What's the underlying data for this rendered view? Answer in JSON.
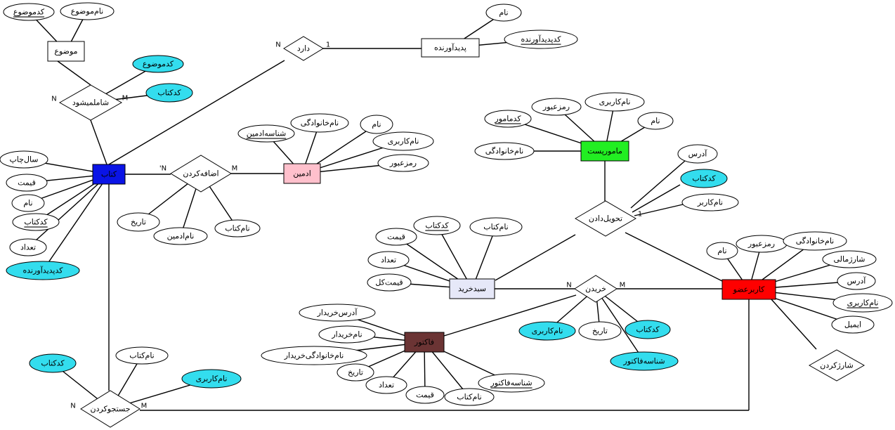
{
  "colors": {
    "default_fill": "#ffffff",
    "cyan_fill": "#33ddee",
    "book_fill": "#0a14e6",
    "admin_fill": "#ffc0cc",
    "officer_fill": "#22ee22",
    "member_fill": "#ff0000",
    "cart_fill": "#e6e8f8",
    "invoice_fill": "#6b3434"
  },
  "entities": [
    {
      "id": "topic",
      "label": "موضوع",
      "fill": "default_fill"
    },
    {
      "id": "publisher",
      "label": "پدیدآورنده",
      "fill": "default_fill"
    },
    {
      "id": "book",
      "label": "کتاب",
      "fill": "book_fill"
    },
    {
      "id": "admin",
      "label": "ادمین",
      "fill": "admin_fill"
    },
    {
      "id": "officer",
      "label": "مامورپست",
      "fill": "officer_fill"
    },
    {
      "id": "member",
      "label": "کاربرعضو",
      "fill": "member_fill"
    },
    {
      "id": "cart",
      "label": "سبدخرید",
      "fill": "cart_fill"
    },
    {
      "id": "invoice",
      "label": "فاکتور",
      "fill": "invoice_fill"
    }
  ],
  "relations": [
    {
      "id": "has",
      "label": "دارد"
    },
    {
      "id": "includes",
      "label": "شاملمیشود"
    },
    {
      "id": "add",
      "label": "اضافه‌کردن"
    },
    {
      "id": "deliver",
      "label": "تحویل‌دادن"
    },
    {
      "id": "buy",
      "label": "خریدن"
    },
    {
      "id": "charge",
      "label": "شارژکردن"
    },
    {
      "id": "search",
      "label": "جستجوکردن"
    }
  ],
  "attributes": [
    {
      "id": "topic_code",
      "label": "کدموضوع",
      "key": true,
      "fill": "default_fill"
    },
    {
      "id": "topic_name",
      "label": "نام‌موضوع",
      "key": false,
      "fill": "default_fill"
    },
    {
      "id": "pub_name",
      "label": "نام",
      "key": false,
      "fill": "default_fill"
    },
    {
      "id": "pub_code",
      "label": "کدپدیدآورنده",
      "key": true,
      "fill": "default_fill"
    },
    {
      "id": "inc_topic_code",
      "label": "کدموضوع",
      "key": false,
      "fill": "cyan_fill"
    },
    {
      "id": "inc_book_code",
      "label": "کدکتاب",
      "key": false,
      "fill": "cyan_fill"
    },
    {
      "id": "book_year",
      "label": "سال‌چاپ",
      "key": false,
      "fill": "default_fill"
    },
    {
      "id": "book_price",
      "label": "قیمت",
      "key": false,
      "fill": "default_fill"
    },
    {
      "id": "book_name",
      "label": "نام",
      "key": false,
      "fill": "default_fill"
    },
    {
      "id": "book_code",
      "label": "کدکتاب",
      "key": true,
      "fill": "default_fill"
    },
    {
      "id": "book_count",
      "label": "تعداد",
      "key": false,
      "fill": "default_fill"
    },
    {
      "id": "book_pub_code",
      "label": "کدپدیدآورنده",
      "key": false,
      "fill": "cyan_fill"
    },
    {
      "id": "admin_id",
      "label": "شناسه‌ادمین",
      "key": true,
      "fill": "default_fill"
    },
    {
      "id": "admin_family",
      "label": "نام‌خانوادگی",
      "key": false,
      "fill": "default_fill"
    },
    {
      "id": "admin_name",
      "label": "نام",
      "key": false,
      "fill": "default_fill"
    },
    {
      "id": "admin_user",
      "label": "نام‌کاربری",
      "key": false,
      "fill": "default_fill"
    },
    {
      "id": "admin_pass",
      "label": "رمزعبور",
      "key": false,
      "fill": "default_fill"
    },
    {
      "id": "add_date",
      "label": "تاریخ",
      "key": false,
      "fill": "default_fill"
    },
    {
      "id": "add_admin",
      "label": "نام‌ادمین",
      "key": false,
      "fill": "default_fill"
    },
    {
      "id": "add_book",
      "label": "نام‌کتاب",
      "key": false,
      "fill": "default_fill"
    },
    {
      "id": "off_pass",
      "label": "رمزعبور",
      "key": false,
      "fill": "default_fill"
    },
    {
      "id": "off_user",
      "label": "نام‌کاربری",
      "key": false,
      "fill": "default_fill"
    },
    {
      "id": "off_code",
      "label": "کدمامور",
      "key": true,
      "fill": "default_fill"
    },
    {
      "id": "off_name",
      "label": "نام",
      "key": false,
      "fill": "default_fill"
    },
    {
      "id": "off_family",
      "label": "نام‌خانوادگی",
      "key": false,
      "fill": "default_fill"
    },
    {
      "id": "del_addr",
      "label": "آدرس",
      "key": false,
      "fill": "default_fill"
    },
    {
      "id": "del_book",
      "label": "کدکتاب",
      "key": false,
      "fill": "cyan_fill"
    },
    {
      "id": "del_user",
      "label": "نام‌کاربر",
      "key": false,
      "fill": "default_fill"
    },
    {
      "id": "cart_price",
      "label": "قیمت",
      "key": false,
      "fill": "default_fill"
    },
    {
      "id": "cart_code",
      "label": "کدکتاب",
      "key": true,
      "fill": "default_fill"
    },
    {
      "id": "cart_bname",
      "label": "نام‌کتاب",
      "key": false,
      "fill": "default_fill"
    },
    {
      "id": "cart_count",
      "label": "تعداد",
      "key": false,
      "fill": "default_fill"
    },
    {
      "id": "cart_total",
      "label": "قیمت‌کل",
      "key": false,
      "fill": "default_fill"
    },
    {
      "id": "mem_name",
      "label": "نام",
      "key": false,
      "fill": "default_fill"
    },
    {
      "id": "mem_pass",
      "label": "رمزعبور",
      "key": false,
      "fill": "default_fill"
    },
    {
      "id": "mem_family",
      "label": "نام‌خانوادگی",
      "key": false,
      "fill": "default_fill"
    },
    {
      "id": "mem_charge",
      "label": "شارژمالی",
      "key": false,
      "fill": "default_fill"
    },
    {
      "id": "mem_addr",
      "label": "آدرس",
      "key": false,
      "fill": "default_fill"
    },
    {
      "id": "mem_user",
      "label": "نام‌کاربری",
      "key": true,
      "fill": "default_fill"
    },
    {
      "id": "mem_email",
      "label": "ایمیل",
      "key": false,
      "fill": "default_fill"
    },
    {
      "id": "buy_user",
      "label": "نام‌کاربری",
      "key": false,
      "fill": "cyan_fill"
    },
    {
      "id": "buy_date",
      "label": "تاریخ",
      "key": false,
      "fill": "default_fill"
    },
    {
      "id": "buy_book",
      "label": "کدکتاب",
      "key": false,
      "fill": "cyan_fill"
    },
    {
      "id": "buy_invoice",
      "label": "شناسه‌فاکتور",
      "key": false,
      "fill": "cyan_fill"
    },
    {
      "id": "inv_buyer_addr",
      "label": "آدرس‌خریدار",
      "key": false,
      "fill": "default_fill"
    },
    {
      "id": "inv_buyer_name",
      "label": "نام‌خریدار",
      "key": false,
      "fill": "default_fill"
    },
    {
      "id": "inv_buyer_family",
      "label": "نام‌خانوادگی‌خریدار",
      "key": false,
      "fill": "default_fill"
    },
    {
      "id": "inv_date",
      "label": "تاریخ",
      "key": false,
      "fill": "default_fill"
    },
    {
      "id": "inv_count",
      "label": "تعداد",
      "key": false,
      "fill": "default_fill"
    },
    {
      "id": "inv_price",
      "label": "قیمت",
      "key": false,
      "fill": "default_fill"
    },
    {
      "id": "inv_bname",
      "label": "نام‌کتاب",
      "key": false,
      "fill": "default_fill"
    },
    {
      "id": "inv_id",
      "label": "شناسه‌فاکتور",
      "key": true,
      "fill": "default_fill"
    },
    {
      "id": "srch_code",
      "label": "کدکتاب",
      "key": false,
      "fill": "cyan_fill"
    },
    {
      "id": "srch_bname",
      "label": "نام‌کتاب",
      "key": false,
      "fill": "default_fill"
    },
    {
      "id": "srch_user",
      "label": "نام‌کاربری",
      "key": false,
      "fill": "cyan_fill"
    }
  ],
  "cardinalities": [
    {
      "id": "has_n",
      "label": "N"
    },
    {
      "id": "has_1",
      "label": "1"
    },
    {
      "id": "inc_n",
      "label": "N"
    },
    {
      "id": "inc_m",
      "label": "M"
    },
    {
      "id": "add_n",
      "label": "'N"
    },
    {
      "id": "add_m",
      "label": "M"
    },
    {
      "id": "del_1",
      "label": "1"
    },
    {
      "id": "buy_n",
      "label": "N"
    },
    {
      "id": "buy_m",
      "label": "M"
    },
    {
      "id": "srch_n",
      "label": "N"
    },
    {
      "id": "srch_m",
      "label": "M"
    }
  ]
}
